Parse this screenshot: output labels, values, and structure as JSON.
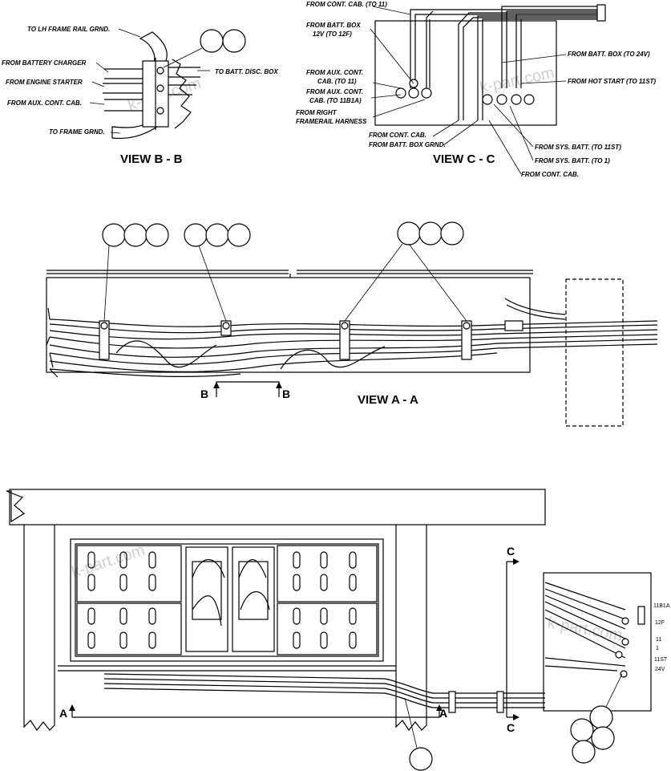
{
  "watermark": "k-part.com",
  "view_bb": {
    "title": "VIEW B - B",
    "labels": {
      "lh_frame_rail_grnd": "TO LH FRAME RAIL GRND.",
      "battery_charger": "FROM BATTERY CHARGER",
      "engine_starter": "FROM ENGINE STARTER",
      "aux_cont_cab": "FROM AUX. CONT. CAB.",
      "frame_grnd": "TO FRAME GRND.",
      "batt_disc_box": "TO BATT. DISC. BOX"
    }
  },
  "view_cc": {
    "title": "VIEW C - C",
    "labels": {
      "cont_cab_11": "FROM CONT. CAB. (TO 11)",
      "batt_box_12v_l1": "FROM BATT. BOX",
      "batt_box_12v_l2": "12V (TO 12F)",
      "aux_cont_11_l1": "FROM AUX. CONT.",
      "aux_cont_11_l2": "CAB. (TO 11)",
      "aux_cont_11b1a_l1": "FROM AUX. CONT.",
      "aux_cont_11b1a_l2": "CAB. (TO 11B1A)",
      "right_framerail_l1": "FROM RIGHT",
      "right_framerail_l2": "FRAMERAIL HARNESS",
      "cont_cab": "FROM CONT. CAB.",
      "batt_box_grnd": "FROM BATT. BOX GRND.",
      "batt_box_24v": "FROM BATT. BOX (TO 24V)",
      "hot_start": "FROM HOT START (TO 11ST)",
      "sys_batt_11st": "FROM SYS. BATT. (TO 11ST)",
      "sys_batt_1": "FROM SYS. BATT. (TO 1)",
      "cont_cab_2": "FROM CONT. CAB."
    }
  },
  "view_aa": {
    "title": "VIEW A - A",
    "section_left": "B",
    "section_right": "B"
  },
  "main_view": {
    "section_a_left": "A",
    "section_a_right": "A",
    "section_c_top": "C",
    "section_c_bottom": "C",
    "terminals": [
      "11B1A",
      "12F",
      "11",
      "1",
      "11ST",
      "24V"
    ]
  }
}
